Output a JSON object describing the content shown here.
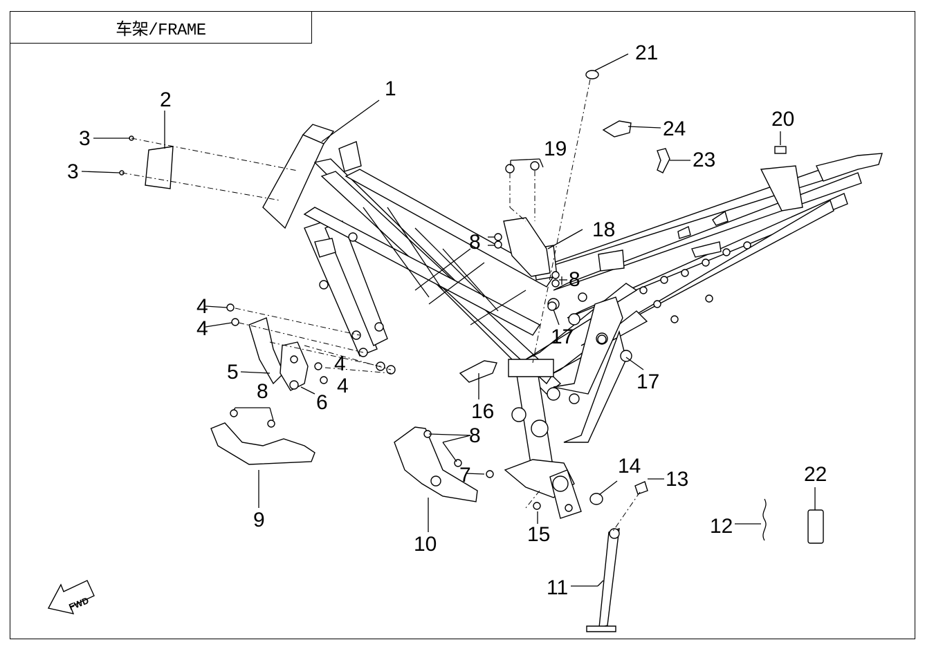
{
  "title": "车架/FRAME",
  "fwd_label": "FWD",
  "labels": {
    "l1": "1",
    "l2": "2",
    "l3a": "3",
    "l3b": "3",
    "l4a": "4",
    "l4b": "4",
    "l4c": "4",
    "l4d": "4",
    "l5": "5",
    "l6": "6",
    "l7": "7",
    "l8a": "8",
    "l8b": "8",
    "l8c": "8",
    "l8d": "8",
    "l9": "9",
    "l10": "10",
    "l11": "11",
    "l12": "12",
    "l13": "13",
    "l14": "14",
    "l15": "15",
    "l16": "16",
    "l17a": "17",
    "l17b": "17",
    "l18": "18",
    "l19": "19",
    "l20": "20",
    "l21": "21",
    "l22": "22",
    "l23": "23",
    "l24": "24"
  }
}
